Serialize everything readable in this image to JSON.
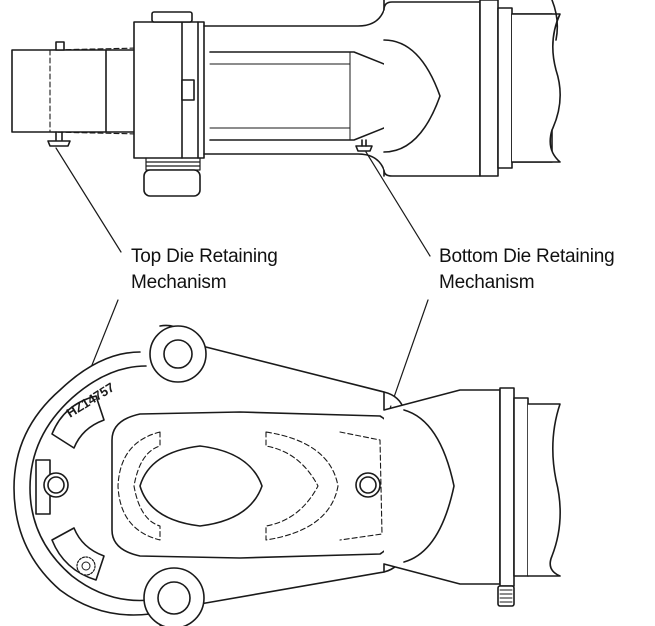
{
  "callouts": {
    "top_die": {
      "line1": "Top Die Retaining",
      "line2": "Mechanism"
    },
    "bottom_die": {
      "line1": "Bottom Die Retaining",
      "line2": "Mechanism"
    }
  },
  "part_marking": "HZ14757",
  "colors": {
    "line": "#1a1a1a",
    "background": "#ffffff"
  }
}
